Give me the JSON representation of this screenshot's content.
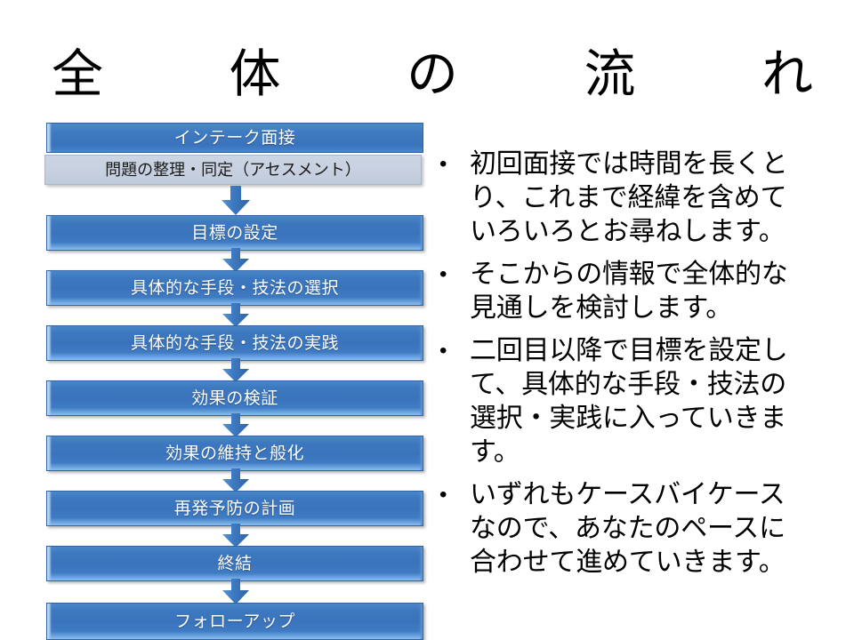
{
  "slide": {
    "title": "全体の流れ",
    "title_chars": [
      "全",
      "体",
      "の",
      "流",
      "れ"
    ],
    "background_color": "#ffffff"
  },
  "colors": {
    "box_blue": "#3a73bb",
    "box_blue_light": "#4c89ca",
    "box_bevel_highlight": "#8dbdec",
    "box_border": "#2f63a4",
    "subbox_gray": "#ccd5e3",
    "subbox_border": "#a9b6c9",
    "arrow_blue": "#3f7cc4",
    "text_white": "#ffffff",
    "text_black": "#000000"
  },
  "flowchart": {
    "name": "overall-process-flow",
    "intake": {
      "header_label": "インテーク面接",
      "sub_label": "問題の整理・同定（アセスメント）"
    },
    "steps": [
      {
        "label": "目標の設定"
      },
      {
        "label": "具体的な手段・技法の選択"
      },
      {
        "label": "具体的な手段・技法の実践"
      },
      {
        "label": "効果の検証"
      },
      {
        "label": "効果の維持と般化"
      },
      {
        "label": "再発予防の計画"
      },
      {
        "label": "終結"
      },
      {
        "label": "フォローアップ"
      }
    ]
  },
  "bullets": [
    {
      "marker": "•",
      "text": "初回面接では時間を長くとり、これまで経緯を含めていろいろとお尋ねします。"
    },
    {
      "marker": "•",
      "text": "そこからの情報で全体的な見通しを検討します。"
    },
    {
      "marker": "•",
      "text": "二回目以降で目標を設定して、具体的な手段・技法の選択・実践に入っていきます。"
    },
    {
      "marker": "•",
      "text": "いずれもケースバイケースなので、あなたのペースに合わせて進めていきます。"
    }
  ]
}
